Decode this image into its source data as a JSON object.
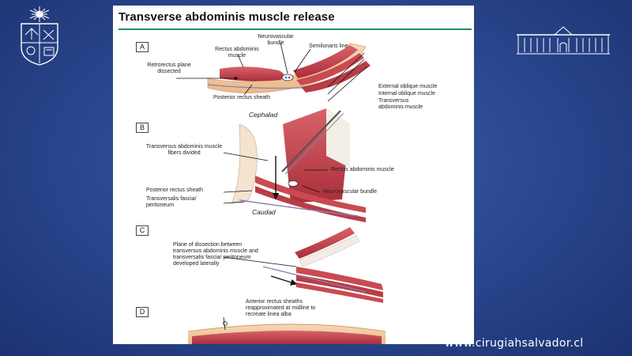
{
  "title": "Transverse abdominis muscle release",
  "panels": {
    "a": {
      "letter": "A",
      "labels": {
        "neurovascular": "Neurovascular bundle",
        "semilunaris": "Semilunaris line",
        "rectus": "Rectus abdominis muscle",
        "retrorectus": "Retrorectus plane dissected",
        "posterior_sheath": "Posterior rectus sheath",
        "external_oblique": "External oblique muscle",
        "internal_oblique": "Internal oblique muscle",
        "transversus": "Transversus abdominis muscle"
      }
    },
    "b": {
      "letter": "B",
      "labels": {
        "cephalad": "Cephalad",
        "fibers_divided": "Transversus abdominis muscle fibers divided",
        "rectus": "Rectus abdominis muscle",
        "posterior_sheath": "Posterior rectus sheath",
        "neurovascular": "Neurovascular bundle",
        "fascia": "Transversalis fascia/ peritoneum",
        "caudad": "Caudad"
      }
    },
    "c": {
      "letter": "C",
      "labels": {
        "plane": "Plane of dissection between transversus abdominis muscle and transversalis fascia/ peritoneum developed laterally"
      }
    },
    "d": {
      "letter": "D",
      "labels": {
        "anterior": "Anterior rectus sheaths reapproximated at midline to recreate linea alba"
      }
    }
  },
  "footer": {
    "website": "www.cirugiahsalvador.cl"
  }
}
